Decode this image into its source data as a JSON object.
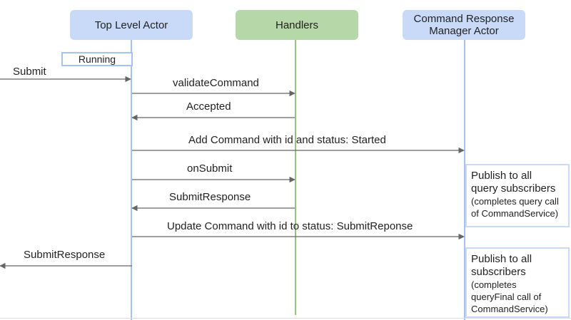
{
  "actors": {
    "top_level": "Top Level Actor",
    "handlers": "Handlers",
    "crm_line1": "Command Response",
    "crm_line2": "Manager Actor"
  },
  "state_label": "Running",
  "messages": {
    "submit": "Submit",
    "validate": "validateCommand",
    "accepted": "Accepted",
    "add_command": "Add Command with id and status: Started",
    "on_submit": "onSubmit",
    "submit_response_from_handlers": "SubmitResponse",
    "update_command": "Update Command with id to status: SubmitReponse",
    "submit_response_out": "SubmitResponse"
  },
  "notes": {
    "query": {
      "line1": "Publish to all",
      "line2": "query subscribers",
      "line3": "(completes query call",
      "line4": "of CommandService)"
    },
    "final": {
      "line1": "Publish to all",
      "line2": "subscribers",
      "line3": "(completes",
      "line4": "queryFinal call of",
      "line5": "CommandService)"
    }
  },
  "colors": {
    "actor_blue": "#c9daf8",
    "actor_green": "#b6d7a8",
    "lifeline_blue": "#a4c2f4",
    "lifeline_green": "#93c47d",
    "arrow": "#666666"
  }
}
